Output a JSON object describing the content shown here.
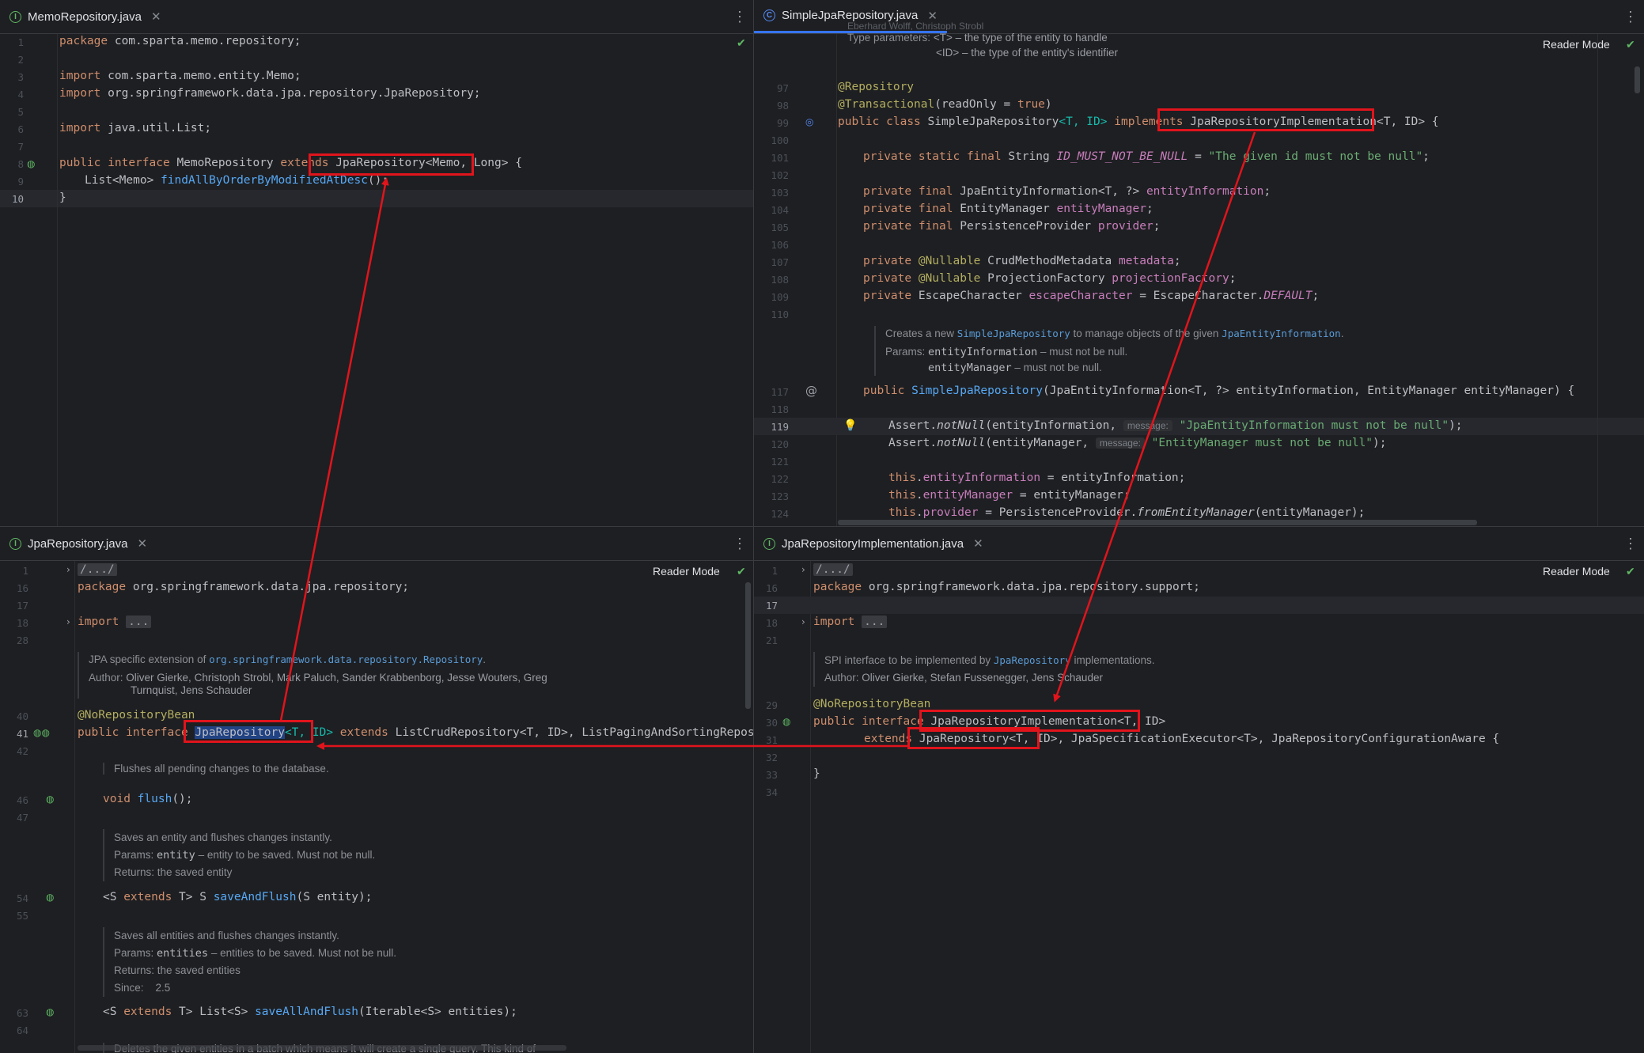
{
  "panes": {
    "top_left": {
      "tab": "MemoRepository.java",
      "lines": [
        "1",
        "2",
        "3",
        "4",
        "5",
        "6",
        "7",
        "8",
        "9",
        "10"
      ],
      "code": {
        "l1_kw": "package",
        "l1": " com.sparta.memo.repository;",
        "l3_kw": "import",
        "l3": " com.sparta.memo.entity.Memo;",
        "l4_kw": "import",
        "l4": " org.springframework.data.jpa.repository.JpaRepository;",
        "l6_kw": "import",
        "l6": " java.util.List;",
        "l8_kw1": "public",
        "l8_kw2": "interface",
        "l8_name": "MemoRepository",
        "l8_kw3": "extends",
        "l8_super": "JpaRepository<Memo, Long>",
        "l8_end": "{",
        "l9_type": "List<Memo>",
        "l9_fn": "findAllByOrderByModifiedAtDesc",
        "l9_end": "();",
        "l10": "}"
      }
    },
    "top_right": {
      "tab": "SimpleJpaRepository.java",
      "reader_mode": "Reader Mode",
      "doc_top": {
        "authors": "Eberhard Wolff, Christoph Strobl",
        "type_params_label": "Type parameters:",
        "t": "<T> – the type of the entity to handle",
        "id": "<ID> – the type of the entity's identifier"
      },
      "lines": [
        "97",
        "98",
        "99",
        "100",
        "101",
        "102",
        "103",
        "104",
        "105",
        "106",
        "107",
        "108",
        "109",
        "110",
        "117",
        "118",
        "119",
        "120",
        "121",
        "122",
        "123",
        "124"
      ],
      "code": {
        "l97": "@Repository",
        "l98_ann": "@Transactional",
        "l98_a": "(readOnly = ",
        "l98_kw": "true",
        "l98_b": ")",
        "l99_kw1": "public",
        "l99_kw2": "class",
        "l99_name": "SimpleJpaRepository",
        "l99_tp": "<T, ID>",
        "l99_kw3": "implements",
        "l99_super": "JpaRepositoryImplementation<T, ID>",
        "l99_end": "{",
        "l101_kw": "private static final",
        "l101_type": "String",
        "l101_fld": "ID_MUST_NOT_BE_NULL",
        "l101_eq": " = ",
        "l101_str": "\"The given id must not be null\"",
        "l101_end": ";",
        "l103_kw": "private final",
        "l103_type": "JpaEntityInformation<T, ?>",
        "l103_fld": "entityInformation",
        "l104_kw": "private final",
        "l104_type": "EntityManager",
        "l104_fld": "entityManager",
        "l105_kw": "private final",
        "l105_type": "PersistenceProvider",
        "l105_fld": "provider",
        "l107_kw": "private",
        "l107_ann": "@Nullable",
        "l107_type": "CrudMethodMetadata",
        "l107_fld": "metadata",
        "l108_kw": "private",
        "l108_ann": "@Nullable",
        "l108_type": "ProjectionFactory",
        "l108_fld": "projectionFactory",
        "l109_kw": "private",
        "l109_type": "EscapeCharacter",
        "l109_fld": "escapeCharacter",
        "l109_rhs": " = EscapeCharacter.",
        "l109_const": "DEFAULT",
        "l117_kw": "public",
        "l117_fn": "SimpleJpaRepository",
        "l117_args": "(JpaEntityInformation<T, ?> entityInformation, EntityManager entityManager) {",
        "l119_a": "Assert.",
        "l119_fn": "notNull",
        "l119_b": "(entityInformation, ",
        "l119_hint": "message:",
        "l119_str": "\"JpaEntityInformation must not be null\"",
        "l119_end": ");",
        "l120_a": "Assert.",
        "l120_fn": "notNull",
        "l120_b": "(entityManager, ",
        "l120_hint": "message:",
        "l120_str": "\"EntityManager must not be null\"",
        "l120_end": ");",
        "l122_kw": "this",
        "l122_fld": "entityInformation",
        "l122_rhs": " = entityInformation;",
        "l123_kw": "this",
        "l123_fld": "entityManager",
        "l123_rhs": " = entityManager;",
        "l124_kw": "this",
        "l124_fld": "provider",
        "l124_rhs": " = PersistenceProvider.",
        "l124_fn": "fromEntityManager",
        "l124_end": "(entityManager);"
      },
      "doc_mid": {
        "text_a": "Creates a new ",
        "link1": "SimpleJpaRepository",
        "text_b": " to manage objects of the given ",
        "link2": "JpaEntityInformation",
        "text_c": ".",
        "params_label": "Params:",
        "p1": "entityInformation",
        "p1_desc": " – must not be null.",
        "p2": "entityManager",
        "p2_desc": " – must not be null."
      }
    },
    "bottom_left": {
      "tab": "JpaRepository.java",
      "reader_mode": "Reader Mode",
      "lines": [
        "1",
        "16",
        "17",
        "18",
        "28",
        "40",
        "41",
        "42",
        "46",
        "47",
        "54",
        "55",
        "63",
        "64"
      ],
      "code": {
        "l1": "/.../",
        "l16_kw": "package",
        "l16": " org.springframework.data.jpa.repository;",
        "l18_kw": "import",
        "l18_fold": "...",
        "l40": "@NoRepositoryBean",
        "l41_kw1": "public",
        "l41_kw2": "interface",
        "l41_name": "JpaRepository",
        "l41_tp": "<T, ID>",
        "l41_kw3": "extends",
        "l41_rest": "ListCrudRepository<T, ID>, ListPagingAndSortingRepository<T,",
        "l46_kw": "void",
        "l46_fn": "flush",
        "l46_end": "();",
        "l54_a": "<S ",
        "l54_kw": "extends",
        "l54_b": " T> S ",
        "l54_fn": "saveAndFlush",
        "l54_end": "(S entity);",
        "l63_a": "<S ",
        "l63_kw": "extends",
        "l63_b": " T> List<S> ",
        "l63_fn": "saveAllAndFlush",
        "l63_end": "(Iterable<S> entities);"
      },
      "doc1": {
        "text_a": "JPA specific extension of ",
        "link": "org.springframework.data.repository.Repository",
        "text_b": ".",
        "author_label": "Author:",
        "authors_1": "Oliver Gierke, Christoph Strobl, Mark Paluch, Sander Krabbenborg, Jesse Wouters, Greg",
        "authors_2": "Turnquist, Jens Schauder"
      },
      "doc2": "Flushes all pending changes to the database.",
      "doc3": {
        "text": "Saves an entity and flushes changes instantly.",
        "params_label": "Params:",
        "p": "entity",
        "p_desc": " – entity to be saved. Must not be null.",
        "returns_label": "Returns:",
        "returns": " the saved entity"
      },
      "doc4": {
        "text": "Saves all entities and flushes changes instantly.",
        "params_label": "Params:",
        "p": "entities",
        "p_desc": " – entities to be saved. Must not be null.",
        "returns_label": "Returns:",
        "returns": " the saved entities",
        "since_label": "Since:",
        "since": "2.5"
      },
      "doc5": "Deletes the given entities in a batch which means it will create a single query. This kind of"
    },
    "bottom_right": {
      "tab": "JpaRepositoryImplementation.java",
      "reader_mode": "Reader Mode",
      "lines": [
        "1",
        "16",
        "17",
        "18",
        "21",
        "29",
        "30",
        "31",
        "32",
        "33",
        "34"
      ],
      "code": {
        "l1": "/.../",
        "l16_kw": "package",
        "l16": " org.springframework.data.jpa.repository.support;",
        "l18_kw": "import",
        "l18_fold": "...",
        "l29": "@NoRepositoryBean",
        "l30_kw1": "public",
        "l30_kw2": "interface",
        "l30_super": "JpaRepositoryImplementation<T, ID>",
        "l31_kw": "extends",
        "l31_super": "JpaRepository<T, ID>",
        "l31_rest": ", JpaSpecificationExecutor<T>, JpaRepositoryConfigurationAware {",
        "l33": "}"
      },
      "doc": {
        "text_a": "SPI interface to be implemented by ",
        "link": "JpaRepository",
        "text_b": " implementations.",
        "author_label": "Author:",
        "authors": "Oliver Gierke, Stefan Fussenegger, Jens Schauder"
      }
    }
  },
  "colors": {
    "highlight": "#e1141c",
    "keyword": "#cf8e6d",
    "annotation": "#b3ae60",
    "function": "#56a8f5",
    "field": "#c77dbb",
    "string": "#6aab73",
    "type_param": "#16baac"
  },
  "icons": [
    "interface-file-icon",
    "class-file-icon",
    "close-icon",
    "kebab-menu-icon",
    "check-icon",
    "implement-marker-icon",
    "bulb-icon",
    "fold-arrow-icon"
  ]
}
